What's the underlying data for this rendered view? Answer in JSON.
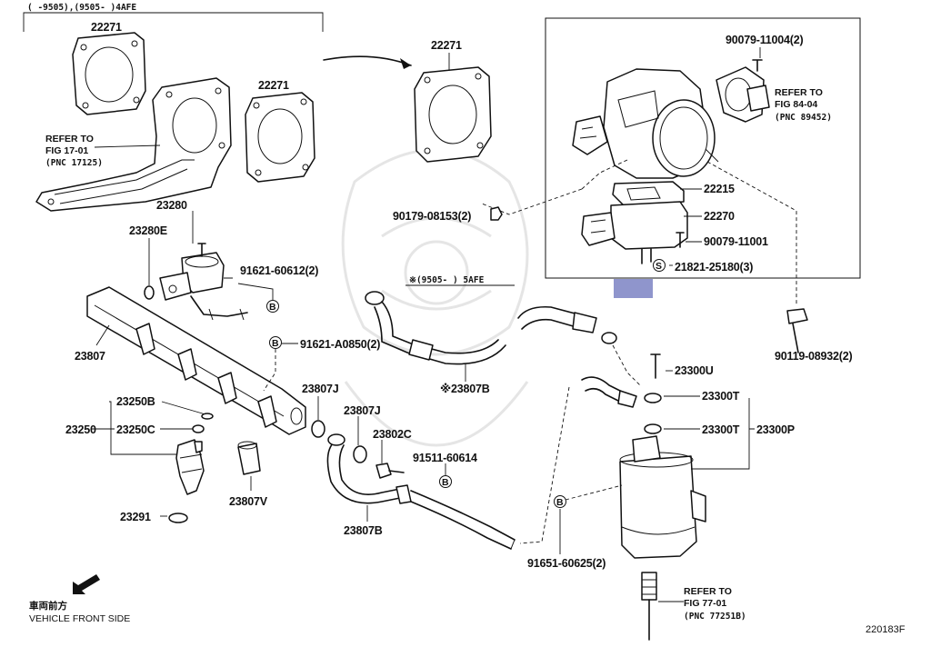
{
  "diagram": {
    "header_range": "(      -9505),(9505-      )4AFE",
    "variant_note": "※(9505-        ) 5AFE",
    "part_labels": {
      "p22271_a": "22271",
      "p22271_b": "22271",
      "p22271_c": "22271",
      "p23280": "23280",
      "p23280E": "23280E",
      "p91621_60612": "91621-60612(2)",
      "p91621_A0850": "91621-A0850(2)",
      "p23807": "23807",
      "p23250B": "23250B",
      "p23250": "23250",
      "p23250C": "23250C",
      "p23291": "23291",
      "p23807V": "23807V",
      "p23807J_a": "23807J",
      "p23807J_b": "23807J",
      "p23802C": "23802C",
      "p91511_60614": "91511-60614",
      "p23807B_a": "23807B",
      "p23807B_b": "※23807B",
      "p90179_08153": "90179-08153(2)",
      "p90079_11004": "90079-11004(2)",
      "p22215": "22215",
      "p22270": "22270",
      "p90079_11001": "90079-11001",
      "p21821_25180": "21821-25180(3)",
      "p90119_08932": "90119-08932(2)",
      "p23300U": "23300U",
      "p23300T_a": "23300T",
      "p23300T_b": "23300T",
      "p23300P": "23300P",
      "p91651_60625": "91651-60625(2)"
    },
    "references": {
      "fig17": {
        "line1": "REFER TO",
        "line2": "FIG 17-01",
        "line3": "(PNC 17125)"
      },
      "fig84": {
        "line1": "REFER TO",
        "line2": "FIG 84-04",
        "line3": "(PNC 89452)"
      },
      "fig77": {
        "line1": "REFER TO",
        "line2": "FIG 77-01",
        "line3": "(PNC 77251B)"
      }
    },
    "callout_letters": {
      "b": "B",
      "s": "S"
    },
    "front_side": {
      "japanese": "車両前方",
      "english": "VEHICLE FRONT SIDE"
    },
    "figure_number": "220183F"
  }
}
